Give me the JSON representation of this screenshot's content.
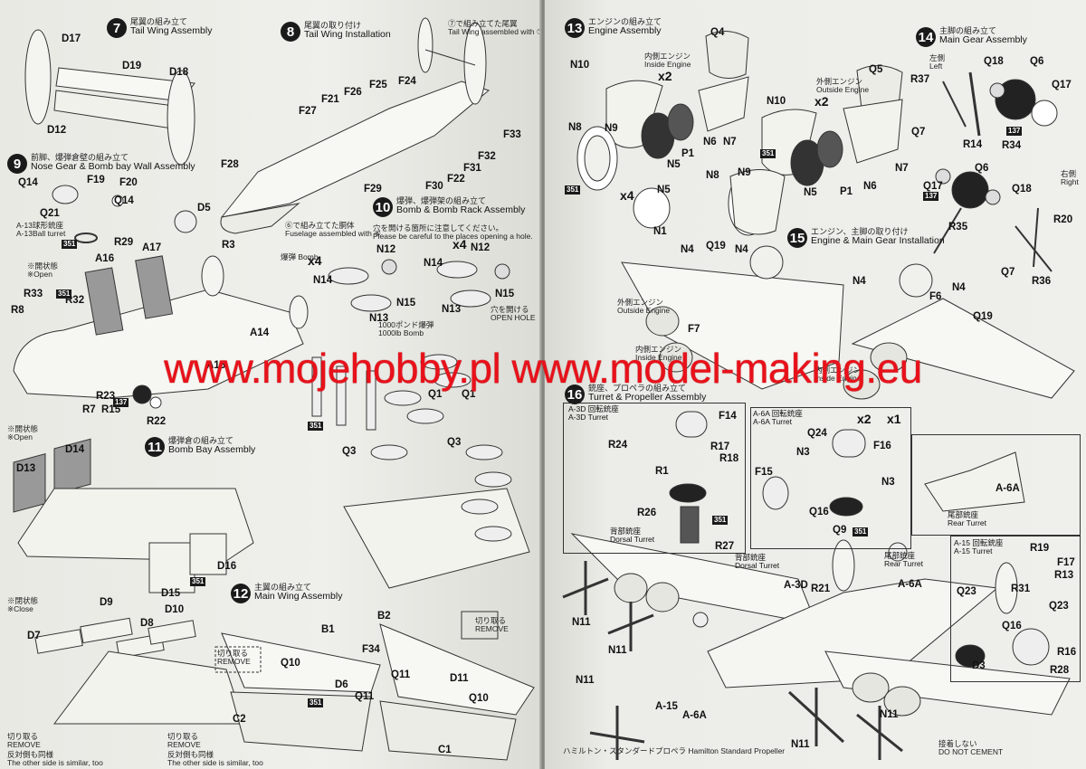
{
  "watermark_text": "www.mojehobby.pl www.model-making.eu",
  "steps": [
    {
      "num": "7",
      "jp": "尾翼の組み立て",
      "en": "Tail Wing Assembly"
    },
    {
      "num": "8",
      "jp": "尾翼の取り付け",
      "en": "Tail Wing Installation"
    },
    {
      "num": "9",
      "jp": "前脚、爆弾倉壁の組み立て",
      "en": "Nose Gear & Bomb bay Wall Assembly"
    },
    {
      "num": "10",
      "jp": "爆弾、爆弾架の組み立て",
      "en": "Bomb & Bomb Rack Assembly"
    },
    {
      "num": "11",
      "jp": "爆弾倉の組み立て",
      "en": "Bomb Bay Assembly"
    },
    {
      "num": "12",
      "jp": "主翼の組み立て",
      "en": "Main Wing Assembly"
    },
    {
      "num": "13",
      "jp": "エンジンの組み立て",
      "en": "Engine Assembly"
    },
    {
      "num": "14",
      "jp": "主脚の組み立て",
      "en": "Main Gear Assembly"
    },
    {
      "num": "15",
      "jp": "エンジン、主脚の取り付け",
      "en": "Engine & Main Gear Installation"
    },
    {
      "num": "16",
      "jp": "銃座、プロペラの組み立て",
      "en": "Turret & Propeller Assembly"
    }
  ],
  "notes": {
    "tail_assembled": [
      "⑦で組み立てた尾翼",
      "Tail Wing assembled with ⑦"
    ],
    "fuselage_assembled": [
      "⑥で組み立てた胴体",
      "Fuselage assembled with ⑥"
    ],
    "hole_jp": "穴を開ける箇所に注意してください。",
    "hole_en": "Please be careful to the places opening a hole.",
    "open1_jp": "※開状態",
    "open1_en": "※Open",
    "open2_jp": "※開状態",
    "open2_en": "※Open",
    "close_jp": "※閉状態",
    "close_en": "※Close",
    "a13_turret": [
      "A-13球形銃座",
      "A-13Ball turret"
    ],
    "bomb_1000": [
      "1000ポンド爆弾",
      "1000lb Bomb"
    ],
    "open_hole": [
      "穴を開ける",
      "OPEN HOLE"
    ],
    "bomb": "爆弾 Bomb",
    "remove1": [
      "切り取る",
      "REMOVE"
    ],
    "remove2": [
      "切り取る",
      "REMOVE"
    ],
    "remove3": [
      "切り取る",
      "REMOVE"
    ],
    "remove4": [
      "切り取る",
      "REMOVE"
    ],
    "similar1": [
      "反対側も同様",
      "The other side is similar, too"
    ],
    "similar2": [
      "反対側も同様",
      "The other side is similar, too"
    ],
    "inside_engine": [
      "内側エンジン",
      "Inside Engine"
    ],
    "outside_engine": [
      "外側エンジン",
      "Outside Engine"
    ],
    "left": [
      "左側",
      "Left"
    ],
    "right": [
      "右側",
      "Right"
    ],
    "outside_engine2": [
      "外側エンジン",
      "Outside Engine"
    ],
    "inside_engine2": [
      "内側エンジン",
      "Inside Engine"
    ],
    "inside_engine3": [
      "内側エンジン",
      "Inside Engine"
    ],
    "a3d_turret": [
      "A-3D 回転銃座",
      "A-3D Turret"
    ],
    "a6a_turret": [
      "A-6A 回転銃座",
      "A-6A Turret"
    ],
    "dorsal_turret": [
      "背部銃座",
      "Dorsal Turret"
    ],
    "dorsal_turret2": [
      "背部銃座",
      "Dorsal Turret"
    ],
    "rear_turret": [
      "尾部銃座",
      "Rear Turret"
    ],
    "rear_turret2": [
      "尾部銃座",
      "Rear Turret"
    ],
    "a15_turret": [
      "A-15 回転銃座",
      "A-15 Turret"
    ],
    "hamilton": "ハミルトン・スタンダードプロペラ Hamilton Standard Propeller",
    "no_cement": [
      "接着しない",
      "DO NOT CEMENT"
    ]
  },
  "multipliers": {
    "x4a": "x4",
    "x4b": "x4",
    "x2a": "x2",
    "x2b": "x2",
    "x4c": "x4",
    "x2c": "x2",
    "x2d": "x1"
  },
  "labels": {
    "D17": "D17",
    "D19": "D19",
    "D18": "D18",
    "D12": "D12",
    "F25": "F25",
    "F24": "F24",
    "F26": "F26",
    "F21": "F21",
    "F27": "F27",
    "F33": "F33",
    "F32": "F32",
    "F31": "F31",
    "F22": "F22",
    "F28": "F28",
    "F29": "F29",
    "F30": "F30",
    "Q14a": "Q14",
    "F19": "F19",
    "F20": "F20",
    "Q14b": "Q14",
    "Q21": "Q21",
    "R29": "R29",
    "D5": "D5",
    "R3": "R3",
    "A17": "A17",
    "A16": "A16",
    "R33": "R33",
    "R32": "R32",
    "R8": "R8",
    "A14": "A14",
    "A15": "A15",
    "R23": "R23",
    "R7": "R7",
    "R15": "R15",
    "R22": "R22",
    "N12a": "N12",
    "N14a": "N14",
    "N15a": "N15",
    "N13a": "N13",
    "N12b": "N12",
    "N14b": "N14",
    "N15b": "N15",
    "N13b": "N13",
    "Q1a": "Q1",
    "Q1b": "Q1",
    "Q3a": "Q3",
    "Q3b": "Q3",
    "D13": "D13",
    "D14": "D14",
    "D16": "D16",
    "D15": "D15",
    "D9": "D9",
    "D10": "D10",
    "D8": "D8",
    "D7": "D7",
    "B1": "B1",
    "B2": "B2",
    "F34": "F34",
    "Q10a": "Q10",
    "D6": "D6",
    "Q11a": "Q11",
    "Q11b": "Q11",
    "D11": "D11",
    "Q10b": "Q10",
    "C2": "C2",
    "C1": "C1",
    "Q4": "Q4",
    "N10a": "N10",
    "Q5": "Q5",
    "N10b": "N10",
    "N8a": "N8",
    "N9a": "N9",
    "P1a": "P1",
    "N5a": "N5",
    "N6a": "N6",
    "N7a": "N7",
    "N8b": "N8",
    "N9b": "N9",
    "N5b": "N5",
    "P1b": "P1",
    "N6b": "N6",
    "N7b": "N7",
    "N5c": "N5",
    "N1": "N1",
    "R37": "R37",
    "Q18a": "Q18",
    "Q6a": "Q6",
    "Q17a": "Q17",
    "Q7a": "Q7",
    "R14": "R14",
    "R34": "R34",
    "Q17b": "Q17",
    "Q6b": "Q6",
    "Q18b": "Q18",
    "R35": "R35",
    "R20": "R20",
    "Q7b": "Q7",
    "R36": "R36",
    "N4a": "N4",
    "Q19a": "Q19",
    "N4b": "N4",
    "F7": "F7",
    "N4c": "N4",
    "F6": "F6",
    "N4d": "N4",
    "Q19b": "Q19",
    "F14": "F14",
    "R24": "R24",
    "R17": "R17",
    "R18": "R18",
    "R1": "R1",
    "R26": "R26",
    "R27": "R27",
    "Q24": "Q24",
    "F16": "F16",
    "N3a": "N3",
    "F15": "F15",
    "N3b": "N3",
    "Q16a": "Q16",
    "Q9": "Q9",
    "A6Aa": "A-6A",
    "A3D": "A-3D",
    "R21": "R21",
    "A6Ab": "A-6A",
    "R19": "R19",
    "F17": "F17",
    "R13": "R13",
    "Q23a": "Q23",
    "R31": "R31",
    "Q23b": "Q23",
    "Q16b": "Q16",
    "R16": "R16",
    "D3": "D3",
    "R28": "R28",
    "N11a": "N11",
    "N11b": "N11",
    "N11c": "N11",
    "N11d": "N11",
    "N11e": "N11",
    "A15b": "A-15",
    "A6Ac": "A-6A"
  }
}
